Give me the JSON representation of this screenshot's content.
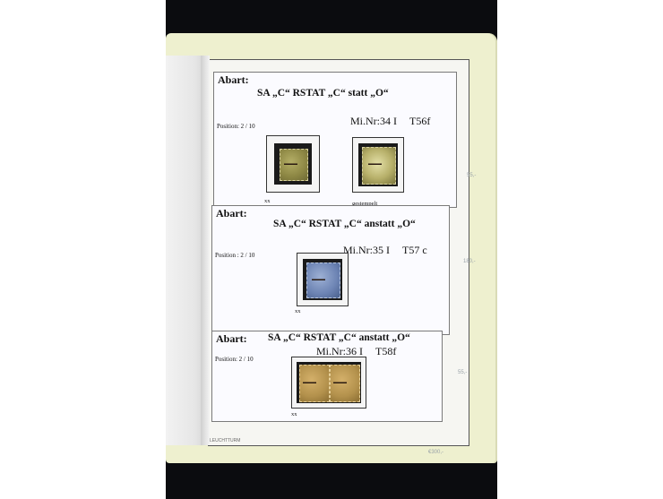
{
  "cards": [
    {
      "abart": "Abart:",
      "title": "SA „C“ RSTAT    „C“ statt „O“",
      "minr": "Mi.Nr:34 I",
      "type": "T56f",
      "position": "Position:  2 / 10",
      "left_note": "xx",
      "right_note": "gestempelt"
    },
    {
      "abart": "Abart:",
      "title": "SA „C“ RSTAT    „C“ anstatt „O“",
      "minr": "Mi.Nr:35 I",
      "type": "T57 c",
      "position": "Position :  2 / 10",
      "note": "xx"
    },
    {
      "abart": "Abart:",
      "title": "SA „C“ RSTAT      „C“ anstatt „O“",
      "minr": "Mi.Nr:36 I",
      "type": "T58f",
      "position": "Position: 2 / 10",
      "note": "xx"
    }
  ],
  "pencil_marks": [
    "55,-",
    "180,-",
    "55,-",
    "€300,-"
  ],
  "bottom_label": "LEUCHTTURM"
}
